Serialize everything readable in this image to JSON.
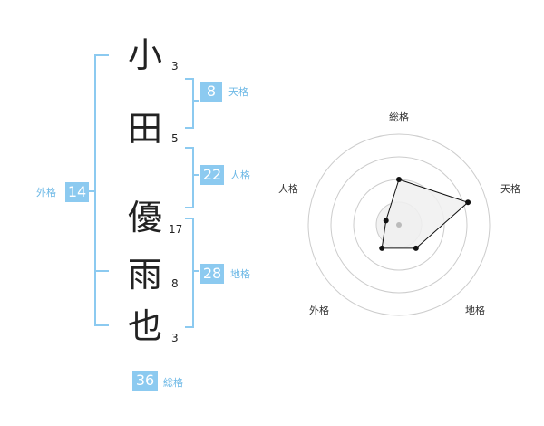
{
  "name": {
    "characters": [
      {
        "char": "小",
        "strokes": "3"
      },
      {
        "char": "田",
        "strokes": "5"
      },
      {
        "char": "優",
        "strokes": "17"
      },
      {
        "char": "雨",
        "strokes": "8"
      },
      {
        "char": "也",
        "strokes": "3"
      }
    ]
  },
  "kaku": {
    "tenkaku": {
      "value": "8",
      "label": "天格"
    },
    "jinkaku": {
      "value": "22",
      "label": "人格"
    },
    "chikaku": {
      "value": "28",
      "label": "地格"
    },
    "gaikaku": {
      "value": "14",
      "label": "外格"
    },
    "soukaku": {
      "value": "36",
      "label": "総格"
    }
  },
  "chart_data": {
    "type": "radar",
    "axes": [
      "総格",
      "天格",
      "地格",
      "外格",
      "人格"
    ],
    "scale_max": 5,
    "rings": 4,
    "values": [
      2.5,
      4.0,
      1.6,
      1.6,
      0.75
    ],
    "colors": {
      "fill": "#f0f0f0",
      "stroke": "#111111",
      "ring": "#cccccc",
      "center": "#bbbbbb"
    }
  },
  "colors": {
    "accent": "#8ccaf0",
    "label": "#6cb8e6"
  }
}
